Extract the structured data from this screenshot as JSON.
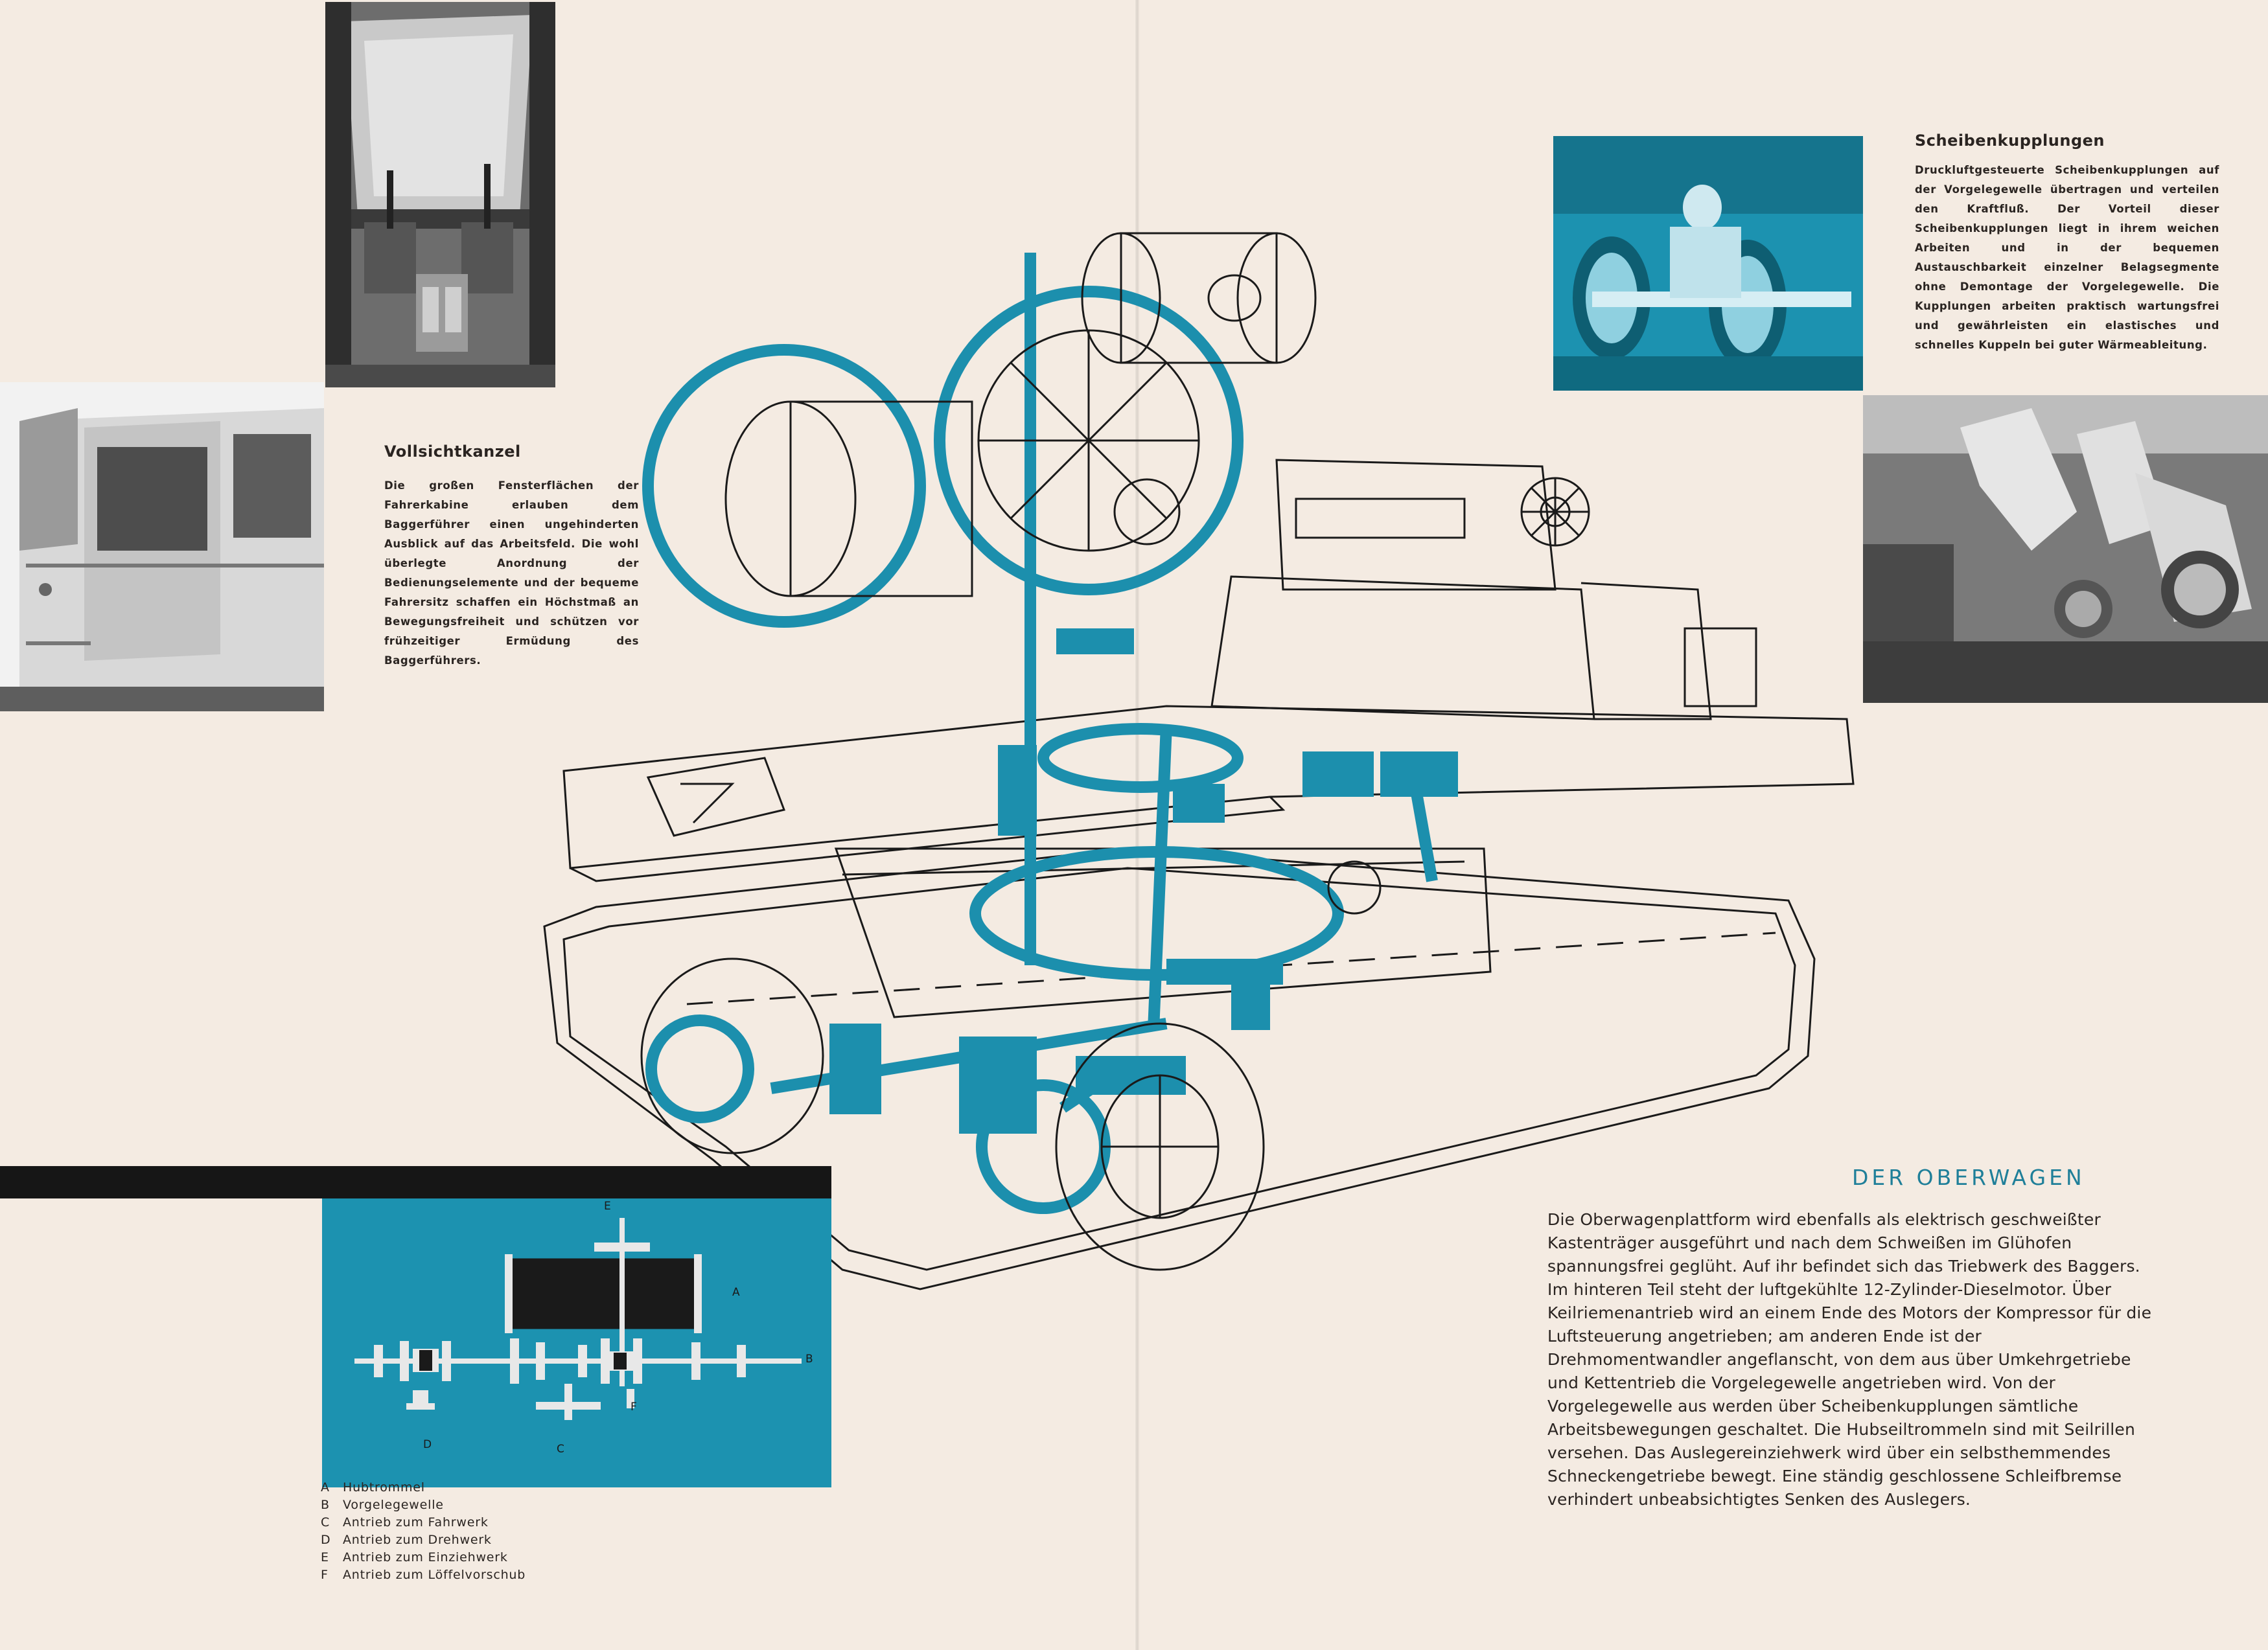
{
  "left_section": {
    "heading": "Vollsichtkanzel",
    "body": "Die großen Fensterflächen der Fahrerkabine erlauben dem Baggerführer einen ungehinderten Ausblick auf das Arbeitsfeld. Die wohl überlegte Anordnung der Bedienungselemente und der bequeme Fahrersitz schaffen ein Höchstmaß an Bewegungsfreiheit und schützen vor frühzeitiger Ermüdung des Baggerführers."
  },
  "right_section": {
    "heading": "Scheibenkupplungen",
    "body": "Druckluftgesteuerte Scheibenkupplungen auf der Vorgelegewelle übertragen und verteilen den Kraftfluß. Der Vorteil dieser Scheibenkupplungen liegt in ihrem weichen Arbeiten und in der bequemen Austauschbarkeit einzelner Belagsegmente ohne Demontage der Vorgelegewelle. Die Kupplungen arbeiten praktisch wartungsfrei und gewährleisten ein elastisches und schnelles Kuppeln bei guter Wärmeableitung."
  },
  "main_section": {
    "heading": "DER OBERWAGEN",
    "body": "Die Oberwagenplattform wird ebenfalls als elektrisch geschweißter Kastenträger ausgeführt und nach dem Schweißen im Glühofen spannungsfrei geglüht. Auf ihr befindet sich das Triebwerk des Baggers. Im hinteren Teil steht der luftgekühlte 12-Zylinder-Dieselmotor. Über Keilriemenantrieb wird an einem Ende des Motors der Kompressor für die Luftsteuerung angetrieben; am anderen Ende ist der Drehmomentwandler angeflanscht, von dem aus über Umkehrgetriebe und Kettentrieb die Vorgelegewelle angetrieben wird. Von der Vorgelegewelle aus werden über Scheibenkupplungen sämtliche Arbeitsbewegungen geschaltet. Die Hubseiltrommeln sind mit Seilrillen versehen. Das Auslegereinziehwerk wird über ein selbsthemmendes Schneckengetriebe bewegt. Eine ständig geschlossene Schleifbremse verhindert unbeabsichtigtes Senken des Auslegers."
  },
  "diagram_labels": {
    "a": "A",
    "b": "B",
    "c": "C",
    "d": "D",
    "e": "E",
    "f": "F"
  },
  "legend": [
    {
      "key": "A",
      "label": "Hubtrommel"
    },
    {
      "key": "B",
      "label": "Vorgelegewelle"
    },
    {
      "key": "C",
      "label": "Antrieb zum Fahrwerk"
    },
    {
      "key": "D",
      "label": "Antrieb zum Drehwerk"
    },
    {
      "key": "E",
      "label": "Antrieb zum Einziehwerk"
    },
    {
      "key": "F",
      "label": "Antrieb zum Löffelvorschub"
    }
  ],
  "colors": {
    "paper": "#f4ebe2",
    "accent_teal": "#1c92b0",
    "heading_teal": "#1f7f99",
    "bar_black": "#161616"
  },
  "icons": {
    "illustration": "excavator-upper-carriage-cutaway",
    "schematic": "gear-shaft-schematic"
  }
}
